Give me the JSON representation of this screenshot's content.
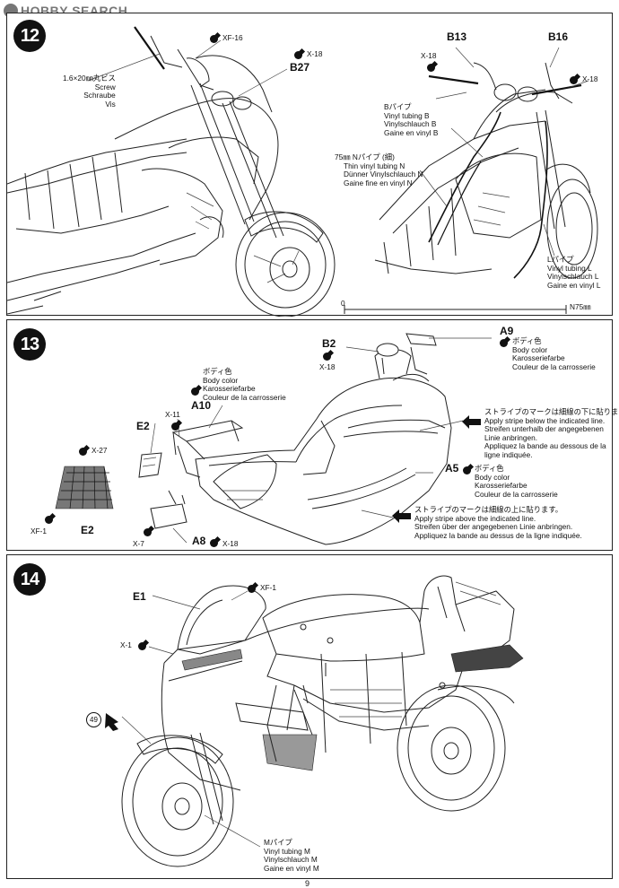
{
  "watermark": {
    "brand": "HOBBY SEARCH"
  },
  "steps": {
    "s12": {
      "number": "12",
      "screw": {
        "jp": "1.6×20㎜丸ビス",
        "en": "Screw",
        "de": "Schraube",
        "fr": "Vis"
      },
      "glue_xf16": "XF-16",
      "glue_x18_a": "X-18",
      "part_b27": "B27",
      "part_b13": "B13",
      "part_b16": "B16",
      "glue_x18_b": "X-18",
      "glue_x18_c": "X-18",
      "tube_b": {
        "jp": "Bパイプ",
        "en": "Vinyl tubing B",
        "de": "Vinylschlauch B",
        "fr": "Gaine en vinyl B"
      },
      "tube_n": {
        "jp": "75㎜ Nパイプ (細)",
        "en": "Thin vinyl tubing N",
        "de": "Dünner Vinylschlauch N",
        "fr": "Gaine fine en vinyl N"
      },
      "tube_l": {
        "jp": "Lパイプ",
        "en": "Vinyl tubing L",
        "de": "Vinylschlauch L",
        "fr": "Gaine en vinyl L"
      },
      "scale_label": "N75㎜",
      "scale_zero": "0"
    },
    "s13": {
      "number": "13",
      "part_b2": "B2",
      "glue_x18_b2": "X-18",
      "part_a9": "A9",
      "body_a9": {
        "jp": "ボディ色",
        "en": "Body color",
        "de": "Karosseriefarbe",
        "fr": "Couleur de la carrosserie"
      },
      "body_a10": {
        "jp": "ボディ色",
        "en": "Body color",
        "de": "Karosseriefarbe",
        "fr": "Couleur de la carrosserie"
      },
      "part_a10": "A10",
      "stripe_below": {
        "jp": "ストライプのマークは細線の下に貼ります。",
        "en": "Apply stripe below the indicated line.",
        "de1": "Streifen unterhalb der angegebenen",
        "de2": "Linie anbringen.",
        "fr1": "Appliquez la bande au dessous de la",
        "fr2": "ligne indiquée."
      },
      "part_e2_top": "E2",
      "glue_x11": "X-11",
      "glue_x27": "X-27",
      "part_a5": "A5",
      "body_a5": {
        "jp": "ボディ色",
        "en": "Body color",
        "de": "Karosseriefarbe",
        "fr": "Couleur de la carrosserie"
      },
      "stripe_above": {
        "jp": "ストライプのマークは細線の上に貼ります。",
        "en": "Apply stripe above the indicated line.",
        "de": "Streifen über der angegebenen Linie anbringen.",
        "fr": "Appliquez la bande au dessus de la ligne indiquée."
      },
      "glue_xf1": "XF-1",
      "part_e2_bottom": "E2",
      "glue_x7": "X-7",
      "part_a8": "A8",
      "glue_x18_a8": "X-18"
    },
    "s14": {
      "number": "14",
      "part_e1": "E1",
      "glue_xf1": "XF-1",
      "glue_x1": "X-1",
      "decal_49": "49",
      "tube_m": {
        "jp": "Mパイプ",
        "en": "Vinyl tubing M",
        "de": "Vinylschlauch M",
        "fr": "Gaine en vinyl M"
      }
    }
  },
  "page_number": "9"
}
